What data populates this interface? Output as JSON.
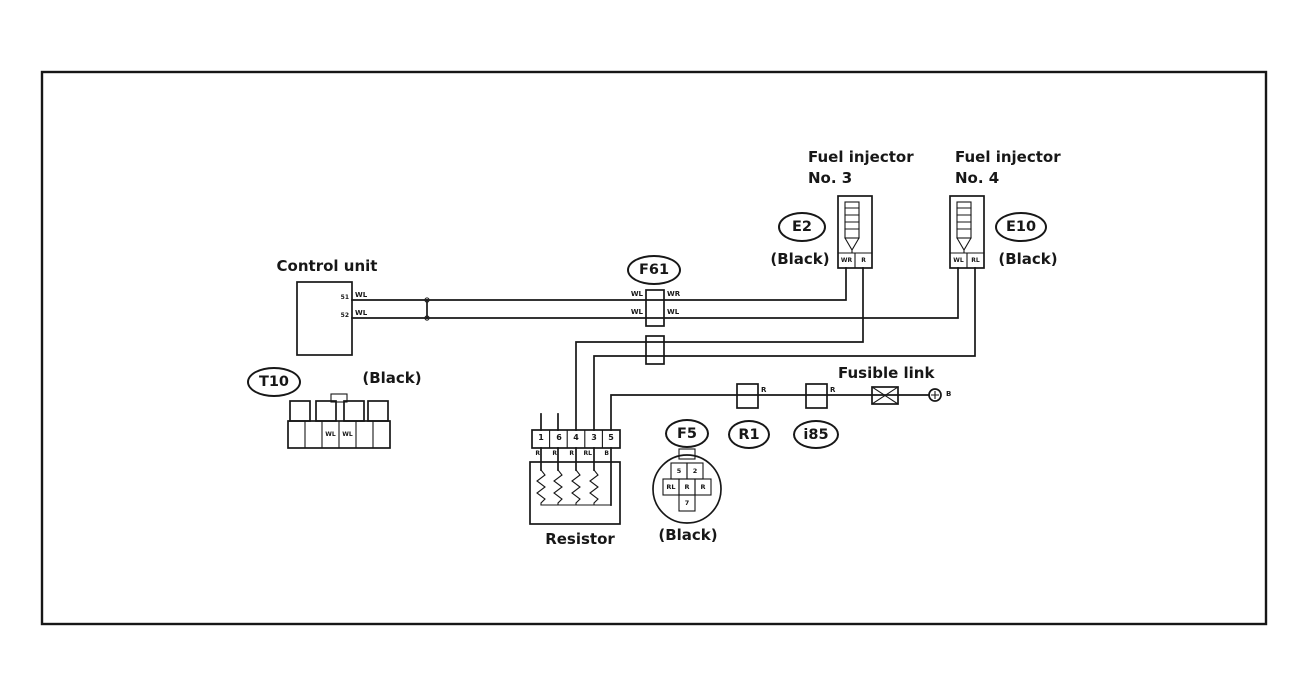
{
  "control_unit": {
    "title": "Control unit",
    "pin_51": "51",
    "pin_52": "52",
    "wire_51": "WL",
    "wire_52": "WL"
  },
  "t10": {
    "code": "T10",
    "color_note": "(Black)",
    "cell_left": "WL",
    "cell_right": "WL"
  },
  "f61": {
    "code": "F61",
    "wire_top_left": "WL",
    "wire_top_right": "WR",
    "wire_bottom_left": "WL",
    "wire_bottom_right": "WL"
  },
  "injector3": {
    "title_line1": "Fuel injector",
    "title_line2": "No. 3",
    "connector_code": "E2",
    "color_note": "(Black)",
    "pin_left": "WR",
    "pin_right": "R"
  },
  "injector4": {
    "title_line1": "Fuel injector",
    "title_line2": "No. 4",
    "connector_code": "E10",
    "color_note": "(Black)",
    "pin_left": "WL",
    "pin_right": "RL"
  },
  "resistor": {
    "title": "Resistor",
    "pin_numbers": [
      "1",
      "6",
      "4",
      "3",
      "5"
    ],
    "wire_labels": [
      "R",
      "R",
      "R",
      "RL",
      "B"
    ]
  },
  "f5_connector": {
    "code": "F5",
    "color_note": "(Black)",
    "cells": [
      "5",
      "2",
      "RL",
      "R",
      "R",
      "7"
    ]
  },
  "r1_connector": {
    "code": "R1",
    "wire_label": "R"
  },
  "i85_connector": {
    "code": "i85",
    "wire_label": "R"
  },
  "fusible_link": {
    "title": "Fusible link",
    "terminal_label": "B"
  }
}
